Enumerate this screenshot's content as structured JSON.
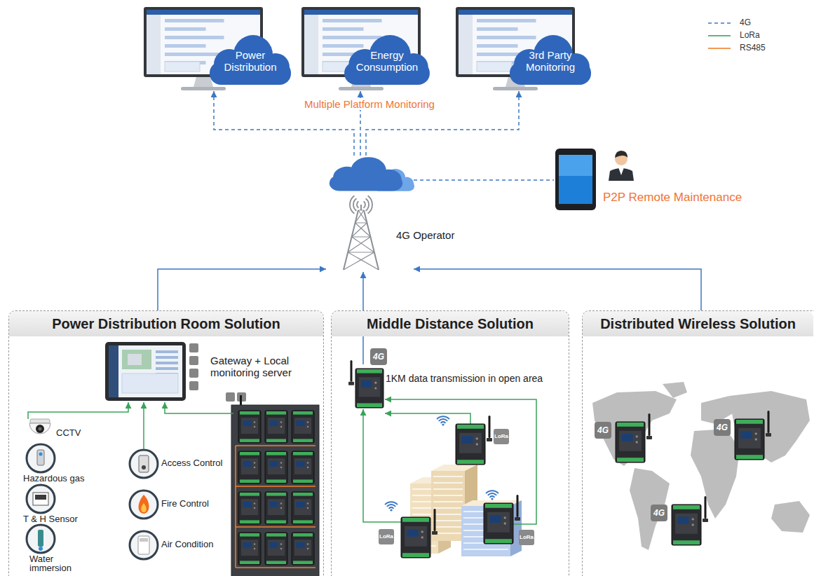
{
  "diagram": {
    "nodes": [
      {
        "text": [
          "Power Distribution"
        ]
      },
      {
        "text": [
          "Energy Consumption"
        ]
      },
      {
        "text": [
          "3rd Party Monitoring"
        ]
      },
      {
        "text": [
          "4G Operator"
        ]
      },
      {
        "text": [
          "P2P Remote Maintenance"
        ]
      },
      {
        "text": [
          "Power Distribution Room Solution"
        ]
      },
      {
        "text": [
          "Gateway + Local monitoring server"
        ],
        "in": 5
      },
      {
        "text": [
          "CCTV"
        ],
        "in": 5
      },
      {
        "text": [
          "Hazardous gas"
        ],
        "in": 5
      },
      {
        "text": [
          "T & H Sensor"
        ],
        "in": 5
      },
      {
        "text": [
          "Water immersion"
        ],
        "in": 5
      },
      {
        "text": [
          "Access Control"
        ],
        "in": 5
      },
      {
        "text": [
          "Fire Control"
        ],
        "in": 5
      },
      {
        "text": [
          "Air Condition"
        ],
        "in": 5
      },
      {
        "text": [
          "Middle Distance Solution"
        ]
      },
      {
        "text": [
          "1KM data transmission in open area"
        ],
        "in": 14
      },
      {
        "text": [
          "Distributed Wireless Solution"
        ]
      }
    ],
    "edges": [
      {
        "from": 3,
        "to": 0,
        "arrow": "to"
      },
      {
        "from": 3,
        "to": 1,
        "arrow": "to"
      },
      {
        "from": 3,
        "to": 2,
        "arrow": "to"
      },
      {
        "from": 3,
        "to": 4,
        "arrow": "none"
      },
      {
        "from": 5,
        "to": 3,
        "arrow": "to"
      },
      {
        "from": 15,
        "to": 3,
        "arrow": "to"
      },
      {
        "from": 16,
        "to": 3,
        "arrow": "to"
      },
      {
        "from": 7,
        "to": 6,
        "arrow": "to"
      },
      {
        "from": 11,
        "to": 6,
        "arrow": "to"
      }
    ],
    "labels": [
      "Multiple Platform Monitoring",
      "4G",
      "LoRa",
      "LoRa",
      "LoRa",
      "4G",
      "4G",
      "4G"
    ],
    "legend": [
      {
        "text": "4G"
      },
      {
        "text": "LoRa"
      },
      {
        "text": "RS485"
      }
    ]
  }
}
